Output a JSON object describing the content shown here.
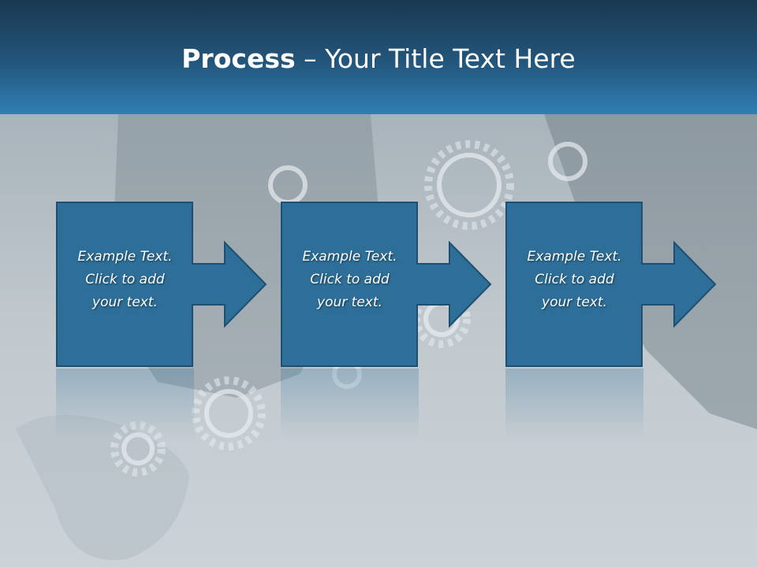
{
  "slide": {
    "title_bold": "Process",
    "title_rest": " – Your Title Text Here"
  },
  "steps": [
    {
      "line1": "Example Text.",
      "line2": "Click  to add",
      "line3": "your text."
    },
    {
      "line1": "Example Text.",
      "line2": "Click  to add",
      "line3": "your text."
    },
    {
      "line1": "Example Text.",
      "line2": "Click  to add",
      "line3": "your text."
    }
  ],
  "colors": {
    "box_fill": "#2d6f98",
    "box_stroke": "#1f4f70",
    "header_dark": "#1b3850",
    "header_light": "#2f7fb4"
  }
}
